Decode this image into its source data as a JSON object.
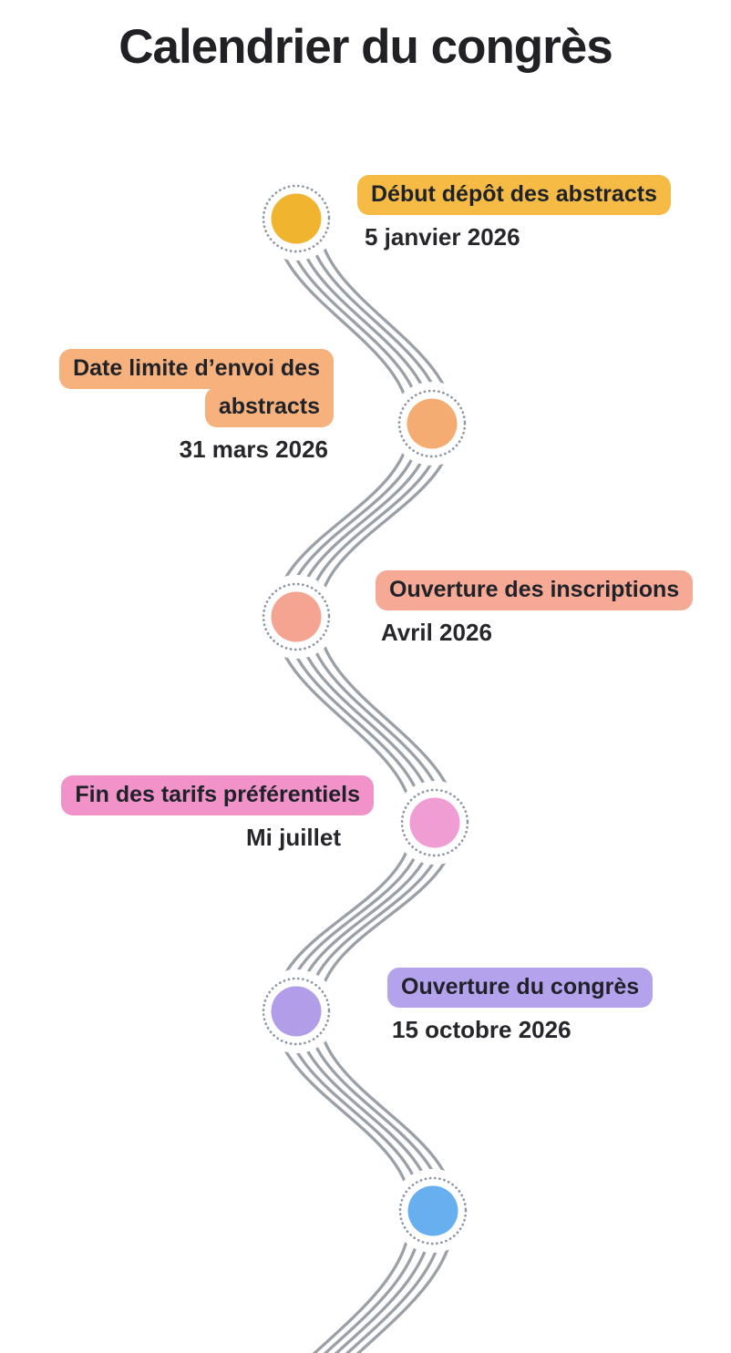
{
  "page": {
    "title": "Calendrier du congrès",
    "background_color": "#ffffff",
    "title_color": "#212125"
  },
  "timeline": {
    "connector_color": "#9aa0a7",
    "dotted_ring_color": "#8d96a3",
    "milestones": [
      {
        "side": "right",
        "label": "Début dépôt des abstracts",
        "date": "5 janvier 2026",
        "badge_color": "#F6BB45",
        "dot_color": "#F0B42F"
      },
      {
        "side": "left",
        "label_line1": "Date limite d’envoi des",
        "label_line2": "abstracts",
        "date": "31 mars 2026",
        "badge_color": "#F6B17C",
        "dot_color": "#F5AC72"
      },
      {
        "side": "right",
        "label": "Ouverture des inscriptions",
        "date": "Avril 2026",
        "badge_color": "#F6A995",
        "dot_color": "#F4A490"
      },
      {
        "side": "left",
        "label": "Fin des tarifs préférentiels",
        "date": "Mi juillet",
        "badge_color": "#F192C9",
        "dot_color": "#EF9DD2"
      },
      {
        "side": "right",
        "label": "Ouverture du congrès",
        "date": "15 octobre 2026",
        "badge_color": "#B5A2EC",
        "dot_color": "#B19DE8"
      },
      {
        "side": "none",
        "label": "",
        "date": "",
        "dot_color": "#67AFEF"
      }
    ]
  }
}
